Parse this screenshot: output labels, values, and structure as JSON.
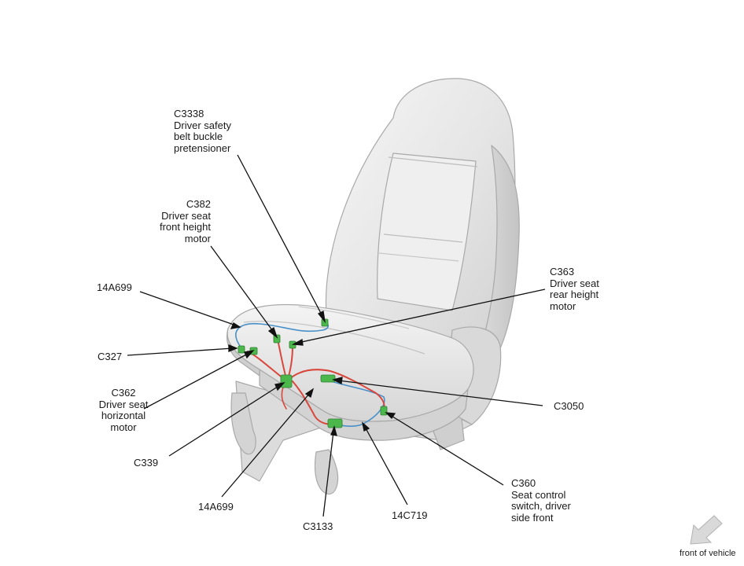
{
  "labels": {
    "c3338": {
      "code": "C3338",
      "desc": [
        "Driver safety",
        "belt buckle",
        "pretensioner"
      ]
    },
    "c382": {
      "code": "C382",
      "desc": [
        "Driver seat",
        "front height",
        "motor"
      ]
    },
    "c363": {
      "code": "C363",
      "desc": [
        "Driver seat",
        "rear height",
        "motor"
      ]
    },
    "h14a699_upper": {
      "code": "14A699"
    },
    "c327": {
      "code": "C327"
    },
    "c362": {
      "code": "C362",
      "desc": [
        "Driver seat",
        "horizontal",
        "motor"
      ]
    },
    "c3050": {
      "code": "C3050"
    },
    "c339": {
      "code": "C339"
    },
    "c360": {
      "code": "C360",
      "desc": [
        "Seat control",
        "switch, driver",
        "side front"
      ]
    },
    "h14a699_lower": {
      "code": "14A699"
    },
    "h14c719": {
      "code": "14C719"
    },
    "c3133": {
      "code": "C3133"
    }
  },
  "orientation": {
    "text": "front of vehicle",
    "icon": "arrow-down-left-icon"
  },
  "colors": {
    "harness_red": "#d9473c",
    "harness_blue": "#4a90c8",
    "connector_green": "#4cb84c",
    "leader_line": "#111111",
    "seat_fill": "#e9e9e9"
  }
}
